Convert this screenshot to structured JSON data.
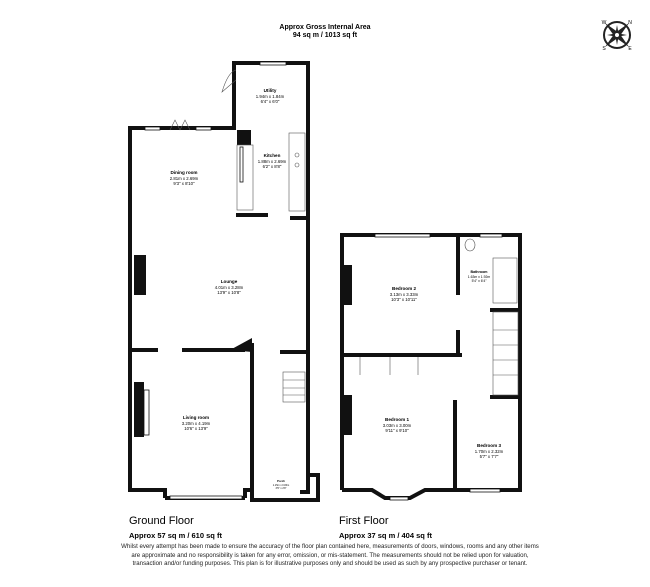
{
  "header": {
    "title": "Approx Gross Internal Area",
    "total_area": "94 sq m / 1013 sq ft"
  },
  "compass": {
    "icon": "compass-rose-icon",
    "labels": [
      "N",
      "E",
      "S",
      "W"
    ]
  },
  "ground_floor": {
    "label": "Ground Floor",
    "area": "Approx 57 sq m / 610 sq ft",
    "rooms": [
      {
        "name": "Utility",
        "metric": "1.94m x 1.84m",
        "imperial": "6'4\" x 6'0\""
      },
      {
        "name": "Kitchen",
        "metric": "1.88m x 2.69m",
        "imperial": "6'2\" x 8'8\""
      },
      {
        "name": "Dining room",
        "metric": "2.81m x 2.69m",
        "imperial": "9'3\" x 8'10\""
      },
      {
        "name": "Lounge",
        "metric": "4.01m x 3.28m",
        "imperial": "13'9\" x 10'8\""
      },
      {
        "name": "Living room",
        "metric": "3.20m x 4.19m",
        "imperial": "10'6\" x 13'9\""
      },
      {
        "name": "Porch",
        "metric": "1.15m x 0.84m",
        "imperial": "3'9\" x 2'9\""
      }
    ]
  },
  "first_floor": {
    "label": "First Floor",
    "area": "Approx 37 sq m / 404 sq ft",
    "rooms": [
      {
        "name": "Bedroom 2",
        "metric": "3.13m x 3.33m",
        "imperial": "10'3\" x 10'11\""
      },
      {
        "name": "Bathroom",
        "metric": "1.63m x 1.92m",
        "imperial": "5'4\" x 6'4\""
      },
      {
        "name": "Bedroom 1",
        "metric": "3.03m x 3.00m",
        "imperial": "9'11\" x 9'10\""
      },
      {
        "name": "Bedroom 3",
        "metric": "1.70m x 2.32m",
        "imperial": "5'7\" x 7'7\""
      }
    ]
  },
  "disclaimer": "Whilst every attempt has been made to ensure the accuracy of the floor plan contained here, measurements of doors, windows, rooms and any other items are approximate and no responsibility is taken for any error, omission, or mis-statement. The measurements should not be relied upon for valuation, transaction and/or funding purposes. This plan is for illustrative purposes only and should be used as such by any prospective purchaser or tenant."
}
